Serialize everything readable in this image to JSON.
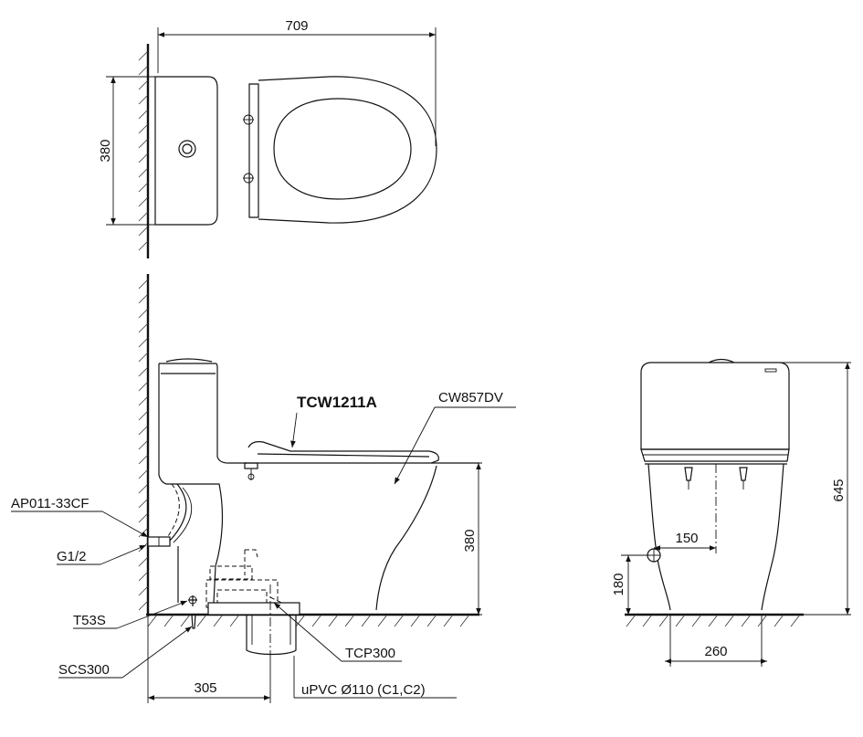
{
  "dimensions": {
    "top_width": "709",
    "top_depth": "380",
    "side_height": "380",
    "side_rough_in": "305",
    "front_height": "645",
    "front_inlet_offset": "150",
    "front_inlet_height": "180",
    "front_base_width": "260"
  },
  "labels": {
    "model": "TCW1211A",
    "seat": "CW857DV",
    "valve": "AP011-33CF",
    "thread": "G1/2",
    "bolt": "T53S",
    "screws": "SCS300",
    "flange": "TCP300",
    "pipe": "uPVC Ø110 (C1,C2)"
  }
}
